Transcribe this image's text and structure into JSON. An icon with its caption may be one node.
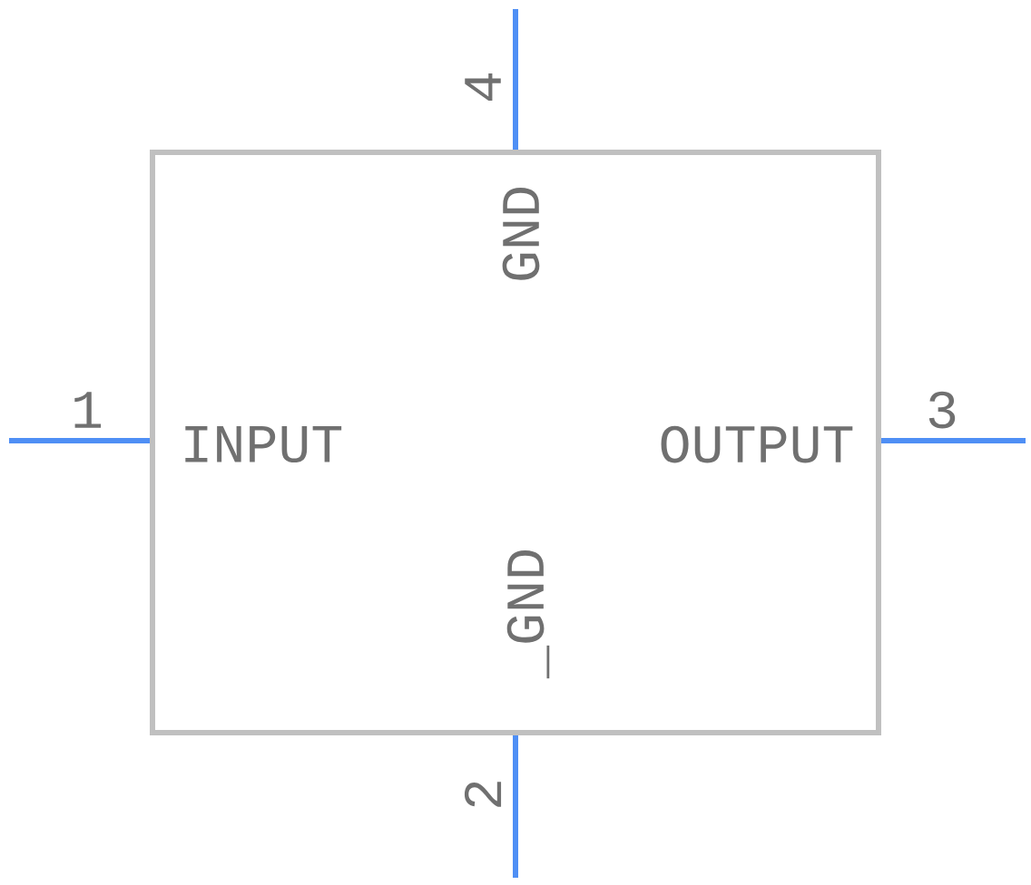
{
  "diagram": {
    "nodes": [
      {
        "text": [
          "GND",
          "INPUT",
          "OUTPUT",
          "_GND"
        ]
      }
    ],
    "labels": [
      "4",
      "1",
      "3",
      "2"
    ]
  }
}
